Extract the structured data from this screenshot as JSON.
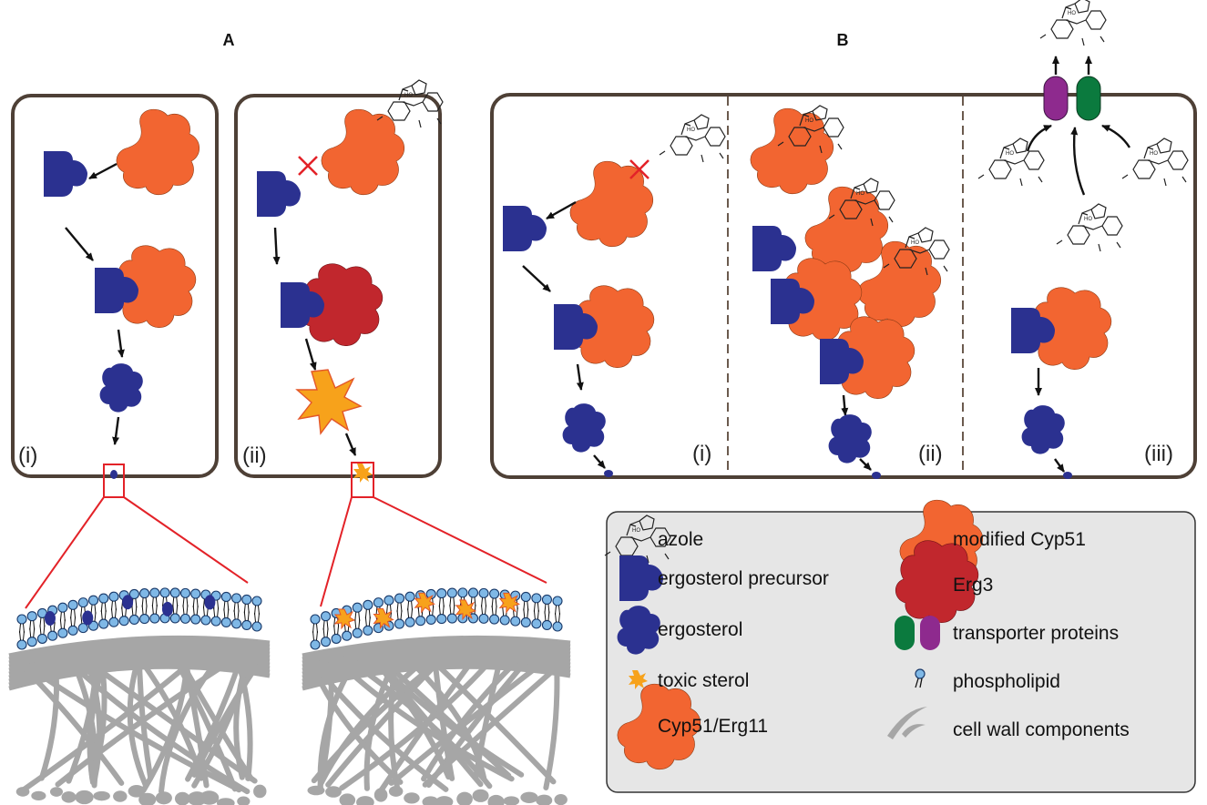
{
  "panels": {
    "a": {
      "letter": "A",
      "cells": [
        {
          "label": "(i)"
        },
        {
          "label": "(ii)"
        }
      ]
    },
    "b": {
      "letter": "B",
      "sections": [
        {
          "label": "(i)"
        },
        {
          "label": "(ii)"
        },
        {
          "label": "(iii)"
        }
      ]
    }
  },
  "legend": {
    "items": [
      {
        "icon": "azole",
        "label": "azole"
      },
      {
        "icon": "ergosterol-precursor",
        "label": "ergosterol precursor",
        "color": "#2b3190"
      },
      {
        "icon": "ergosterol",
        "label": "ergosterol",
        "color": "#2b3190"
      },
      {
        "icon": "toxic-sterol",
        "label": "toxic sterol",
        "color": "#f7a21b"
      },
      {
        "icon": "cyp51",
        "label": "Cyp51/Erg11",
        "color": "#f26531"
      },
      {
        "icon": "modified-cyp51",
        "label": "modified Cyp51",
        "color": "#f26531"
      },
      {
        "icon": "erg3",
        "label": "Erg3",
        "color": "#c1272d"
      },
      {
        "icon": "transporter-proteins",
        "label": "transporter proteins",
        "colors": [
          "#0b7a3e",
          "#8e2a8e"
        ]
      },
      {
        "icon": "phospholipid",
        "label": "phospholipid",
        "color": "#7fb8e6"
      },
      {
        "icon": "cell-wall-components",
        "label": "cell wall components",
        "color": "#a6a6a6"
      }
    ]
  },
  "colors": {
    "cell_border": "#4e4036",
    "precursor": "#2b3190",
    "enzyme": "#f26531",
    "erg3": "#c1272d",
    "toxic": "#f7a21b",
    "inhibition": "#e32228",
    "zoom_box": "#e32228",
    "legend_bg": "#e6e6e6",
    "phospholipid": "#7fb8e6",
    "cell_wall": "#a6a6a6"
  }
}
